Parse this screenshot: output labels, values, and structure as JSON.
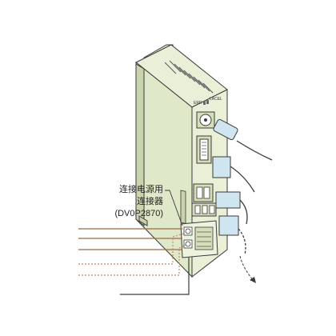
{
  "callout": {
    "line1": "连接电源用",
    "line2": "连接器",
    "line3": "(DV0P2870)"
  },
  "panel_labels": {
    "left": "ERR",
    "right": "LACEL"
  },
  "colors": {
    "housing": "#dfe8c9",
    "housing_side": "#c9d3ae",
    "housing_front": "#eaf0d7",
    "outline": "#3a3a3a",
    "cable_blue": "#cfe5ef",
    "wire_brown": "#9a6b45",
    "wire_dotted": "#c88a6a",
    "background": "#ffffff"
  },
  "icons": [
    "mounting-ear-icon",
    "vent-slots-icon",
    "status-led-icon",
    "round-connector-icon",
    "d-sub-connector-icon",
    "terminal-block-icon",
    "cable-plug-icon"
  ]
}
